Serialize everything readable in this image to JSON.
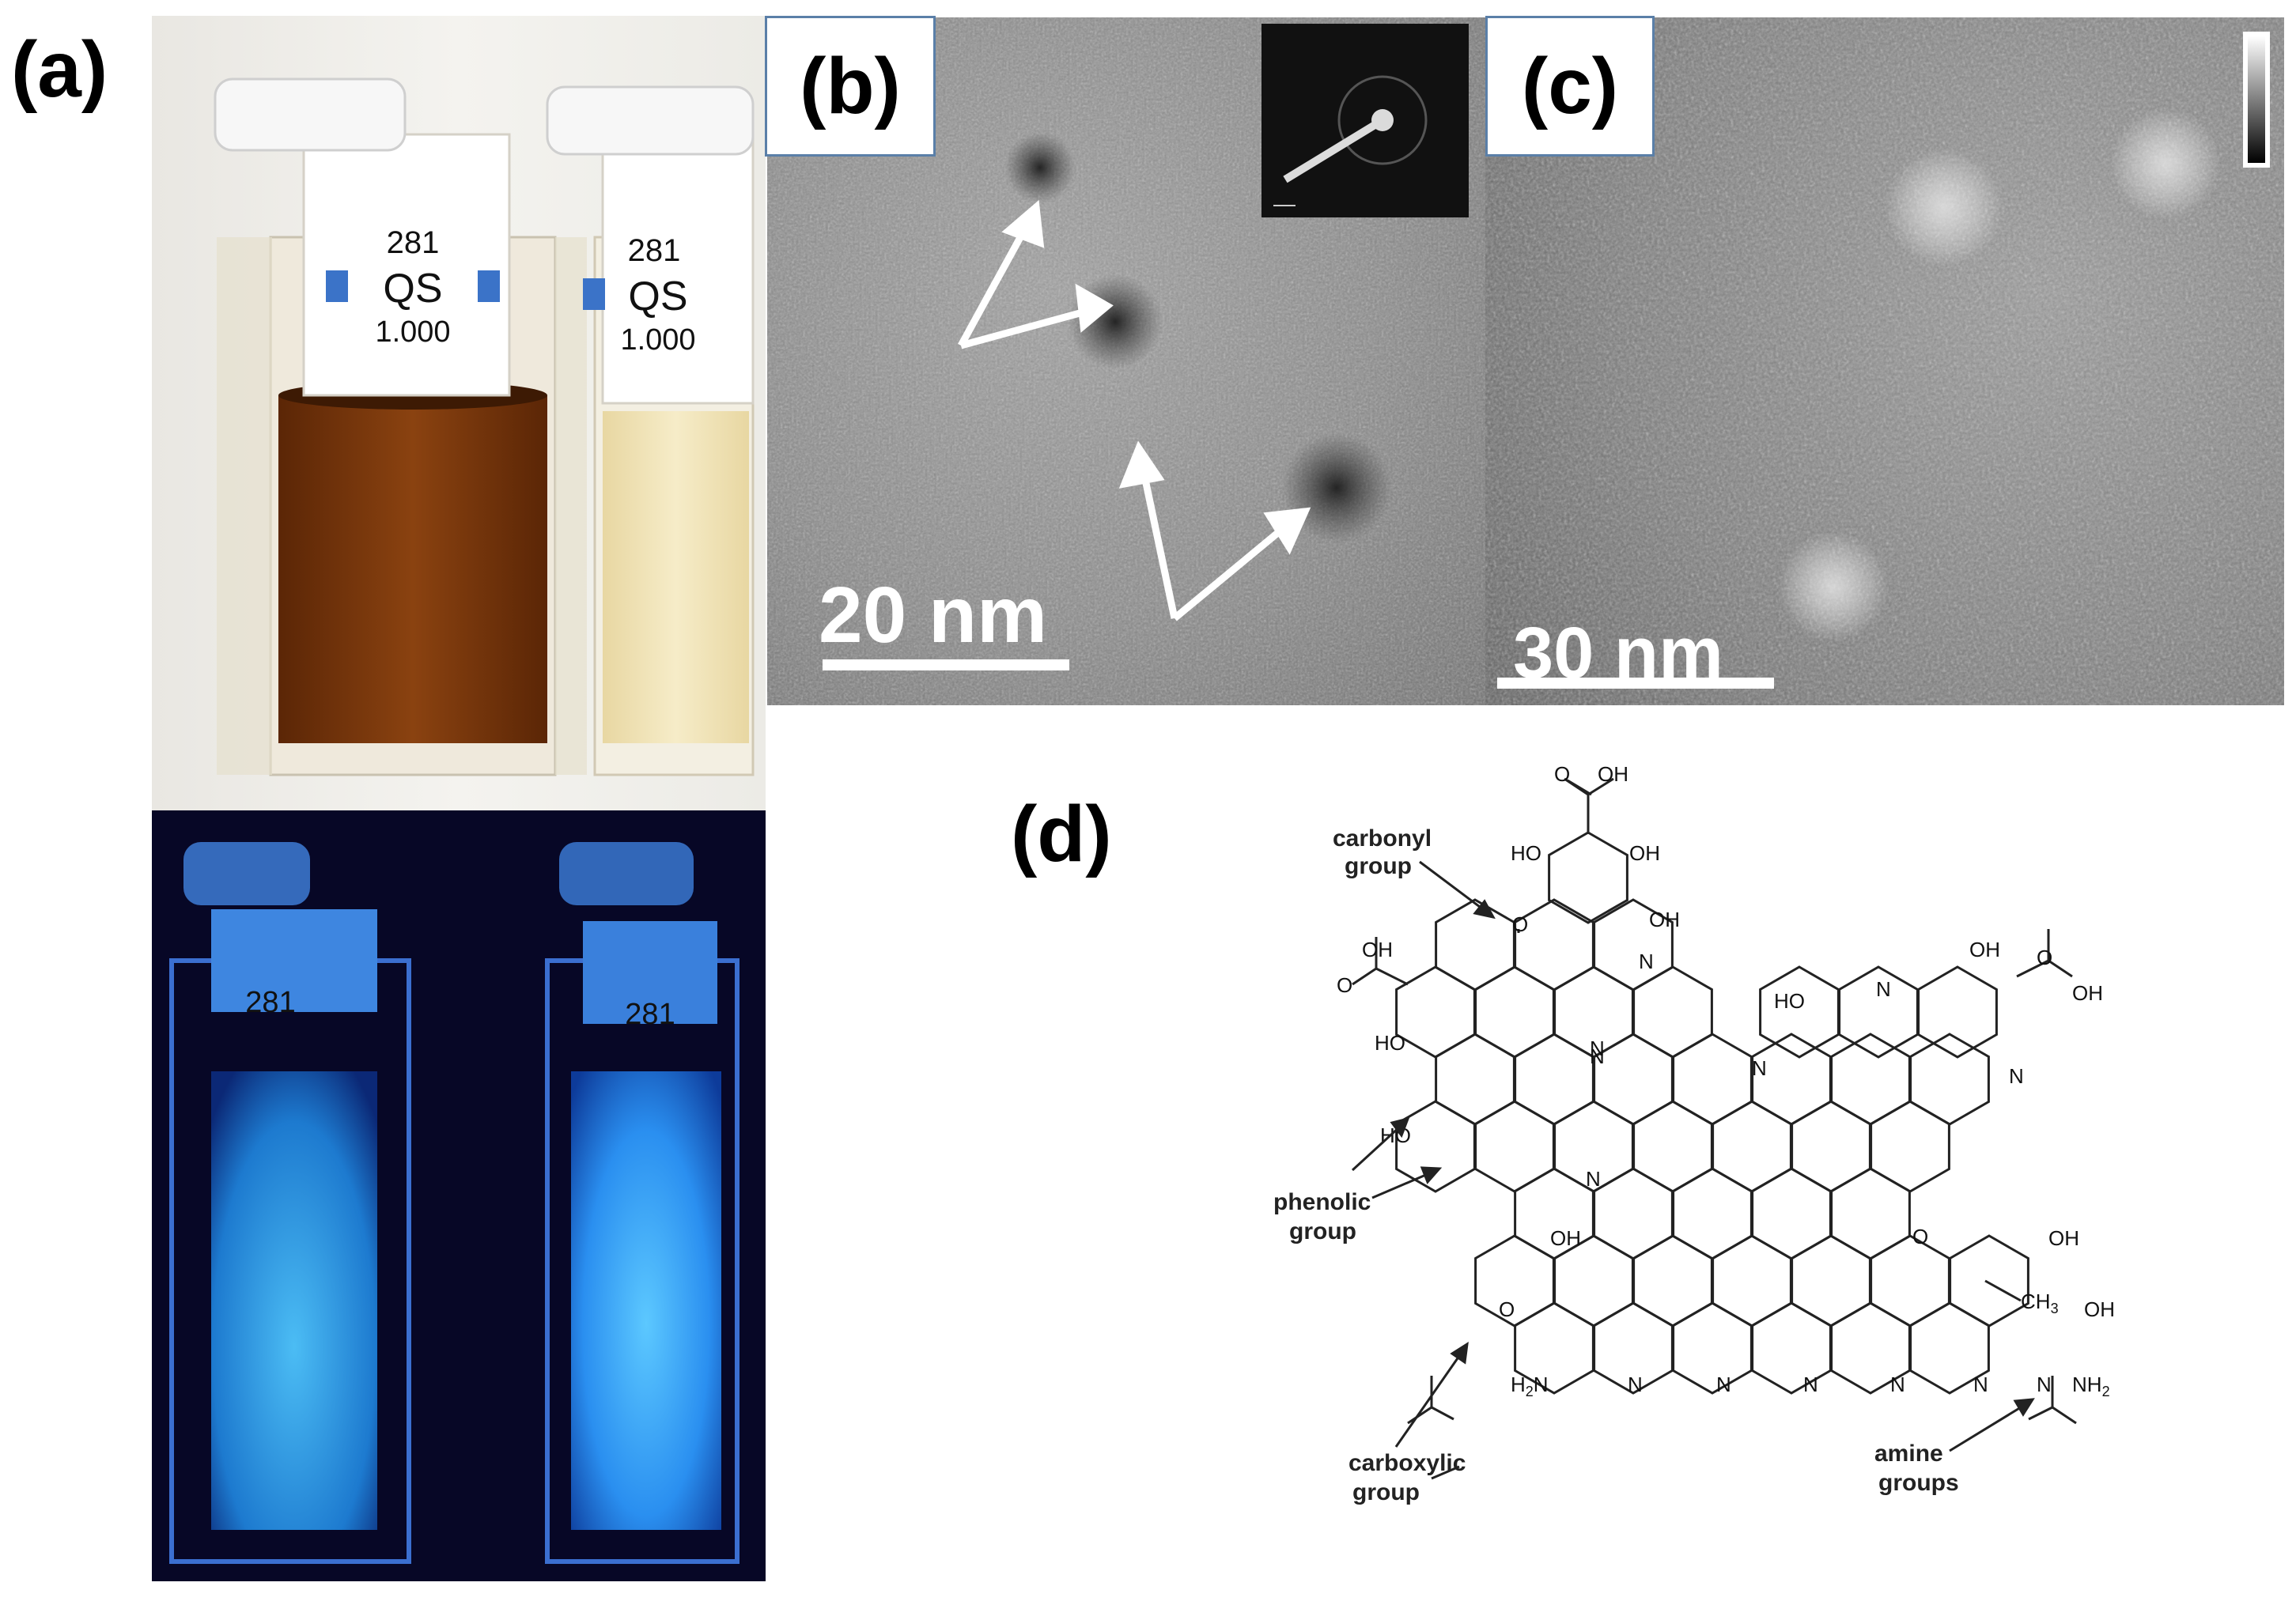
{
  "panels": {
    "a": {
      "label": "(a)",
      "vials": [
        {
          "number": "281",
          "brand": "QS",
          "path": "1.000",
          "uv_number": "281"
        },
        {
          "number": "281",
          "brand": "QS",
          "path": "1.000",
          "uv_number": "281"
        }
      ]
    },
    "b": {
      "label": "(b)",
      "scale_bar": "20 nm"
    },
    "c": {
      "label": "(c)",
      "scale_bar": "30 nm"
    },
    "d": {
      "label": "(d)",
      "annotations": {
        "carbonyl_1": "carbonyl",
        "carbonyl_2": "group",
        "phenolic_1": "phenolic",
        "phenolic_2": "group",
        "carboxylic_1": "carboxylic",
        "carboxylic_2": "group",
        "amine_1": "amine",
        "amine_2": "groups"
      },
      "groups": {
        "oh": "OH",
        "ho": "HO",
        "o": "O",
        "n": "N",
        "ch3": "CH",
        "ch3_sub": "3",
        "h2n": "H",
        "h2n_sub": "2",
        "h2n_n": "N",
        "nh2": "NH",
        "nh2_sub": "2"
      }
    }
  },
  "colors": {
    "brown_solution": "#7a3a0c",
    "pale_solution": "#f2e4b8",
    "uv_background": "#08082e",
    "uv_glow": "#3fb0ff",
    "tem_gray": "#8a8a8a",
    "label_border": "#5a7fa8"
  }
}
